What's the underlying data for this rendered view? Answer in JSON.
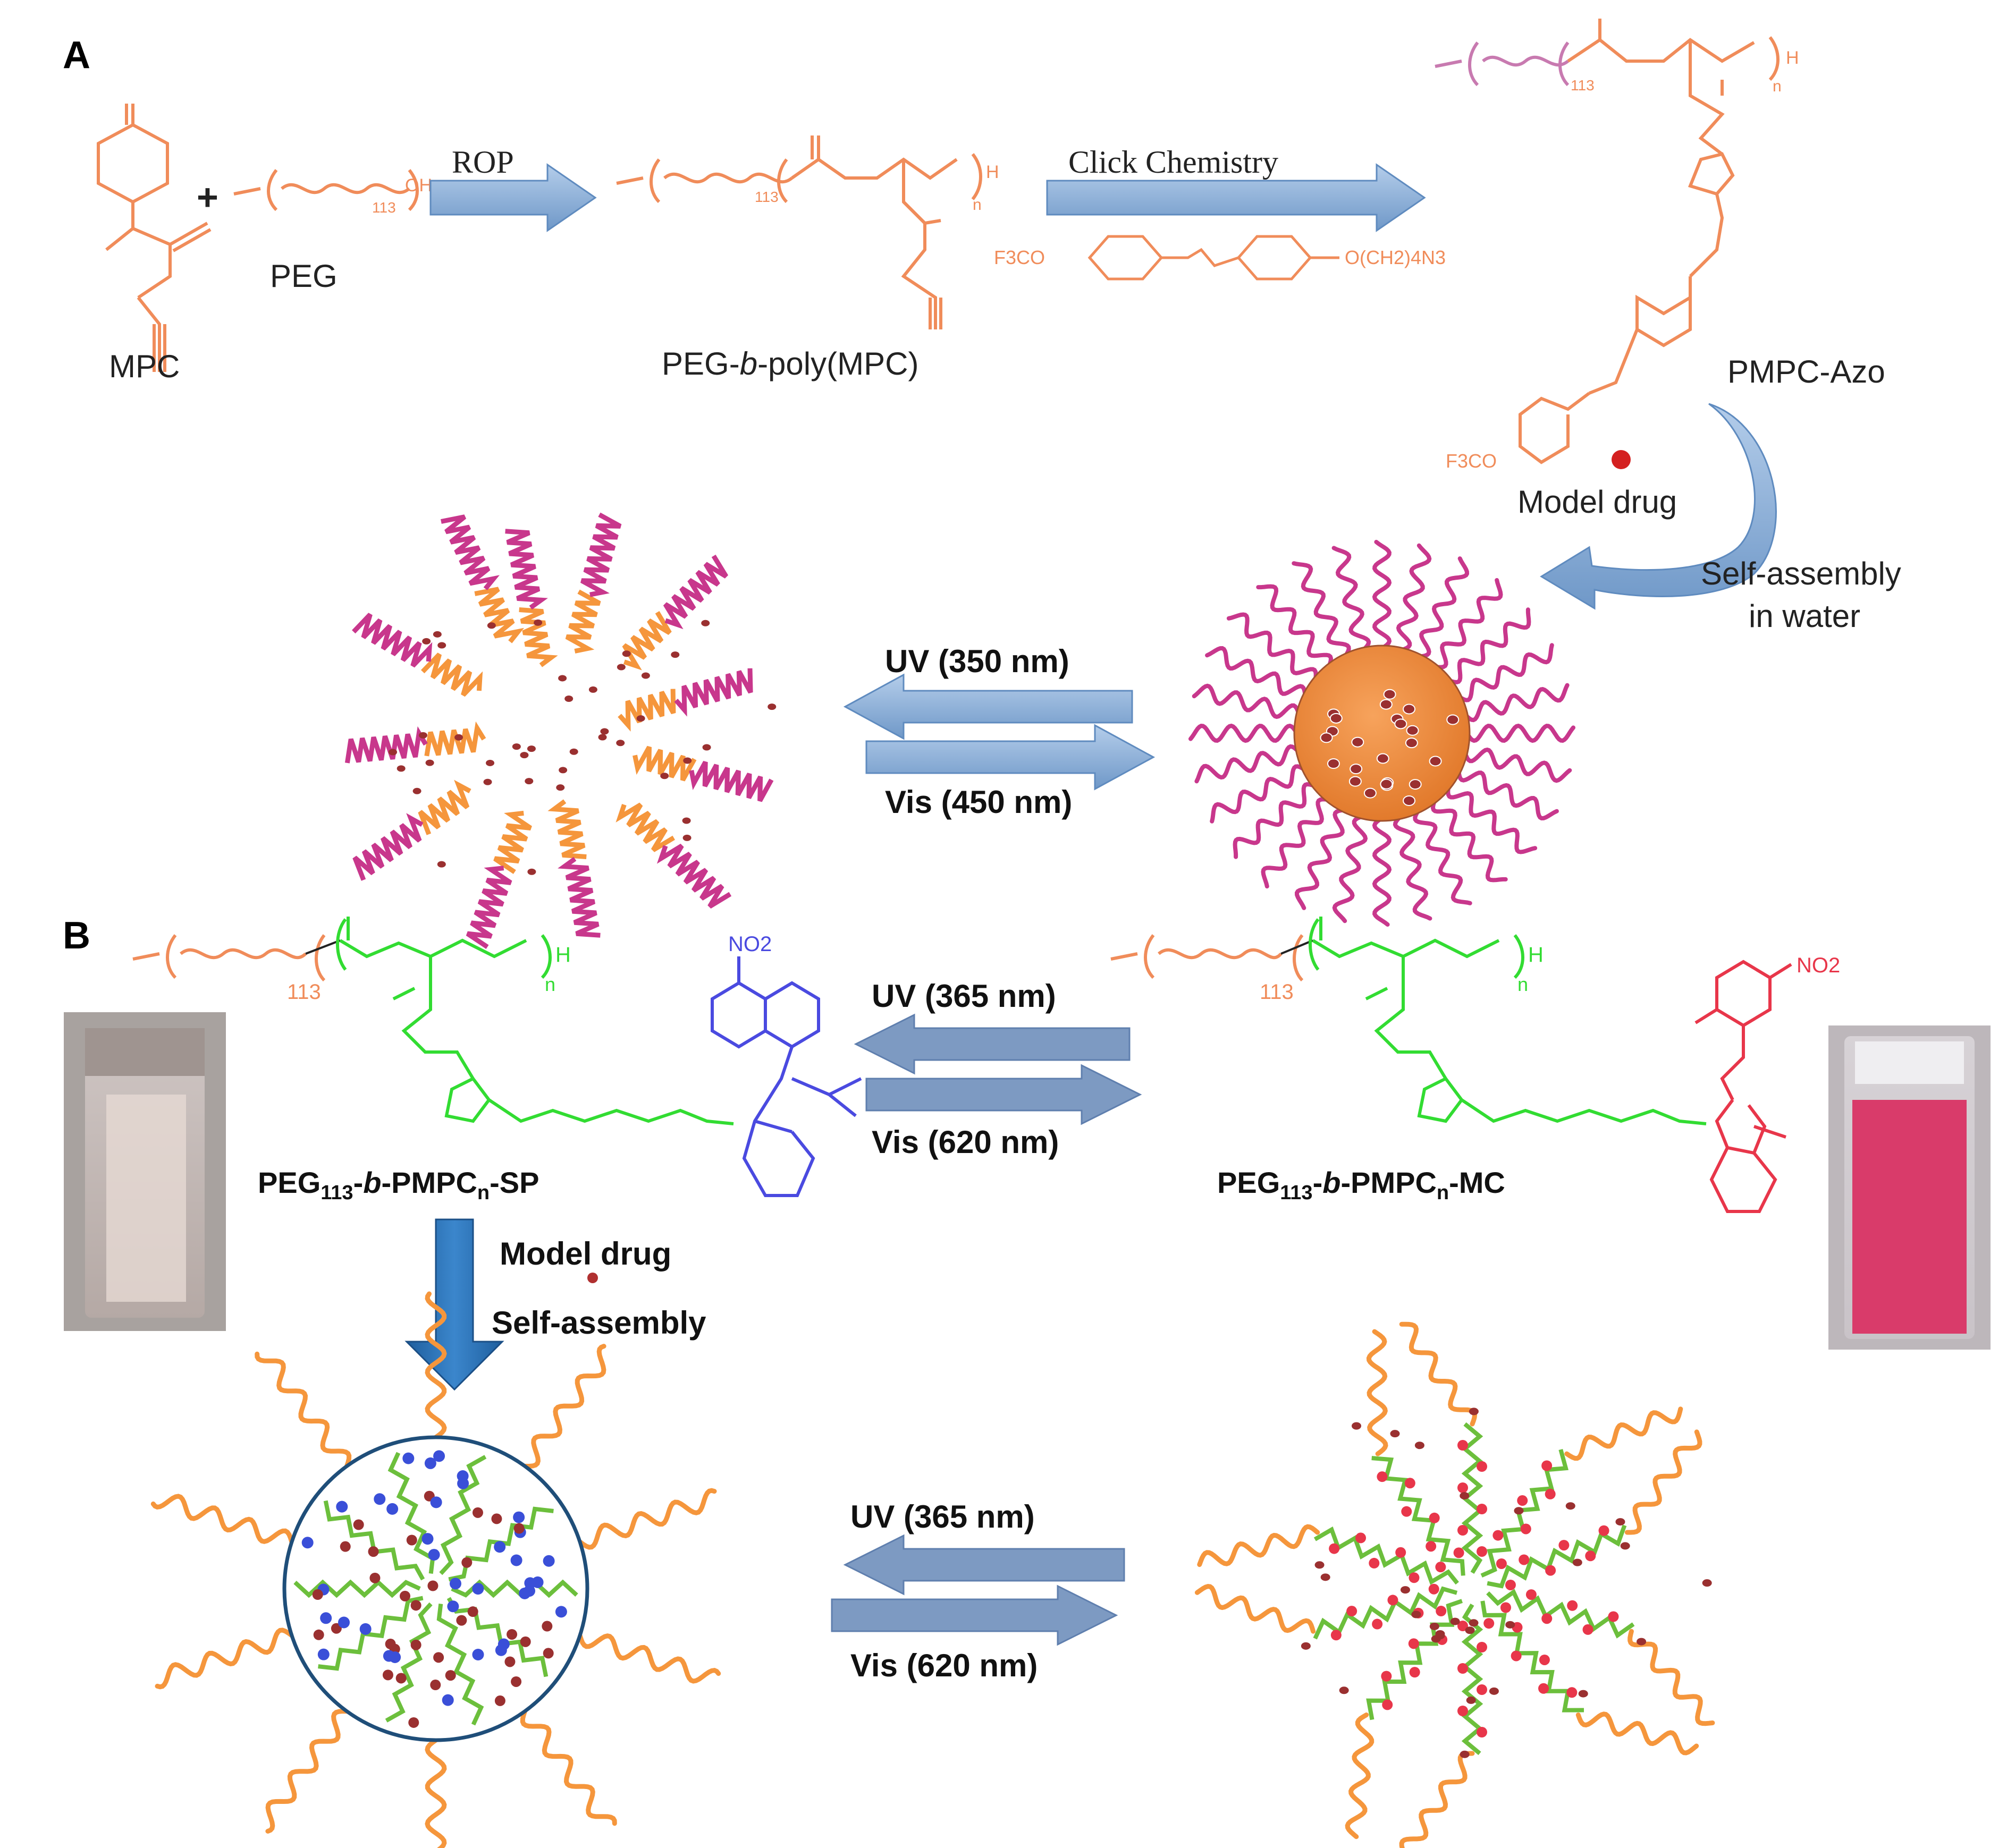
{
  "panels": {
    "a": {
      "label": "A"
    },
    "b": {
      "label": "B"
    }
  },
  "scheme_a": {
    "mpc_label": "MPC",
    "plus_sign": "+",
    "peg_label": "PEG",
    "peg_oh_group": "OH",
    "peg_repeat": "113",
    "rop_label": "ROP",
    "copolymer_name_prefix": "PEG-",
    "copolymer_name_b": "b",
    "copolymer_name_suffix": "-poly(MPC)",
    "click_label": "Click Chemistry",
    "azide_reagent_left": "F3CO",
    "azide_reagent_right": "O(CH2)4N3",
    "product_label": "PMPC-Azo",
    "product_end_group": "F3CO",
    "repeat_n": "n",
    "end_h": "H",
    "drug_label": "Model drug",
    "self_assembly_line1": "Self-assembly",
    "self_assembly_line2": "in water",
    "uv_label": "UV (350 nm)",
    "vis_label": "Vis (450 nm)"
  },
  "scheme_b": {
    "sp_name_a": "PEG",
    "sp_name_b": "113",
    "sp_name_c": "-",
    "sp_name_d": "b",
    "sp_name_e": "-PMPC",
    "sp_name_f": "n",
    "sp_name_g": "-SP",
    "mc_name_a": "PEG",
    "mc_name_b": "113",
    "mc_name_c": "-",
    "mc_name_d": "b",
    "mc_name_e": "-PMPC",
    "mc_name_f": "n",
    "mc_name_g": "-MC",
    "nitro": "NO2",
    "uv_top": "UV (365 nm)",
    "vis_top": "Vis (620 nm)",
    "drug_label": "Model drug",
    "self_assembly": "Self-assembly",
    "uv_bottom": "UV (365 nm)",
    "vis_bottom": "Vis (620 nm)",
    "repeat_113": "113",
    "repeat_n": "n",
    "end_h": "H"
  },
  "colors": {
    "orange_chem": "#f08c5a",
    "pink_chain": "#c8378c",
    "orange_chain": "#f5963c",
    "green_chem": "#32dc32",
    "blue_sp": "#4a4ae0",
    "red_mc": "#e8364a",
    "arrow_fill": "#8fb3dc",
    "arrow_dark": "#2f74b5",
    "drug_dot": "#9a3030"
  }
}
